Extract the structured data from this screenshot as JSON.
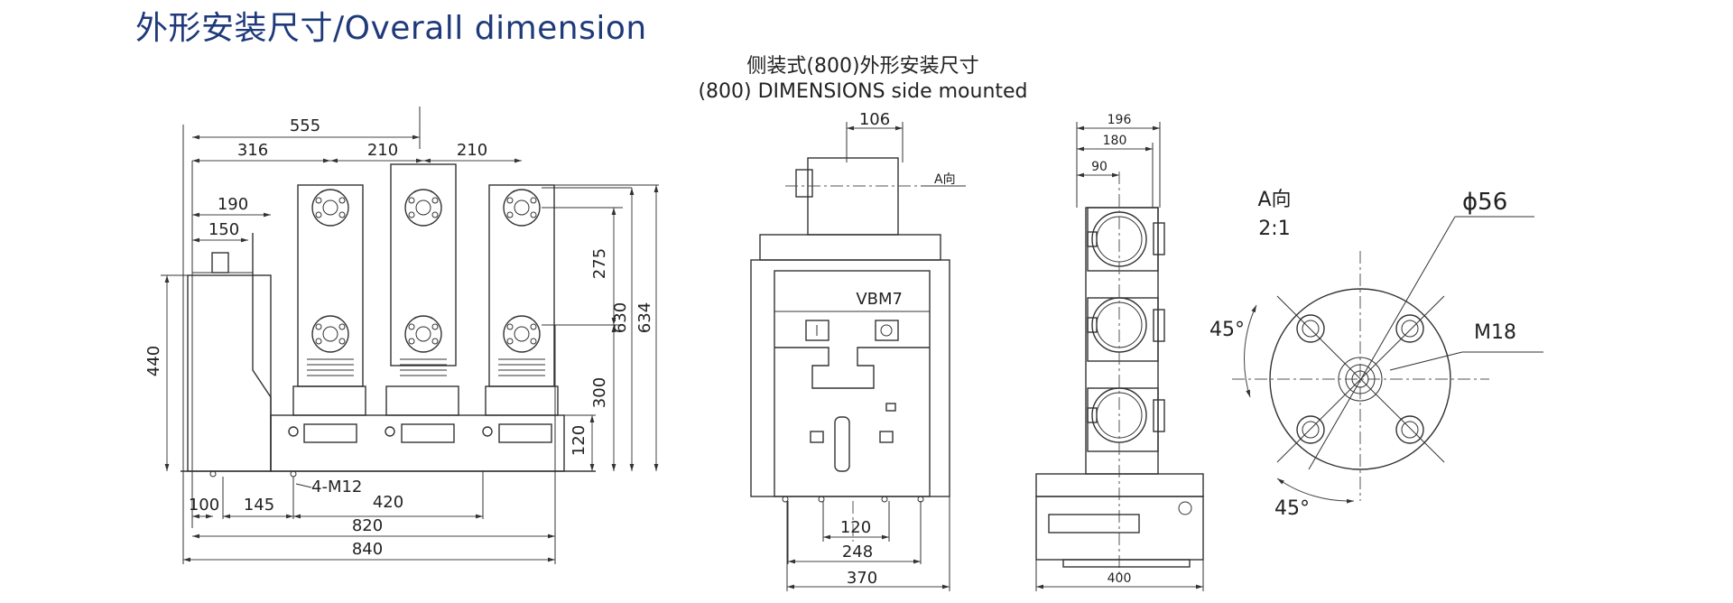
{
  "header": {
    "title": "外形安装尺寸/Overall dimension",
    "subtitle_cn": "侧装式(800)外形安装尺寸",
    "subtitle_en": "(800) DIMENSIONS side mounted"
  },
  "front_view": {
    "dims": {
      "d555": "555",
      "d316": "316",
      "d210a": "210",
      "d210b": "210",
      "d190": "190",
      "d150": "150",
      "d440": "440",
      "d275": "275",
      "d300": "300",
      "d630": "630",
      "d634": "634",
      "d120": "120",
      "d100": "100",
      "d145": "145",
      "d420": "420",
      "d820": "820",
      "d840": "840"
    },
    "bolt_label": "4-M12"
  },
  "side_view": {
    "model": "VBM7",
    "view_label": "A向",
    "dims": {
      "d106": "106",
      "d120": "120",
      "d248": "248",
      "d370": "370"
    }
  },
  "top_view": {
    "dims": {
      "d196": "196",
      "d180": "180",
      "d90": "90",
      "d400": "400"
    }
  },
  "detail_view": {
    "view_label": "A向",
    "scale": "2:1",
    "diameter": "ϕ56",
    "thread": "M18",
    "angle_top": "45°",
    "angle_bottom": "45°"
  }
}
